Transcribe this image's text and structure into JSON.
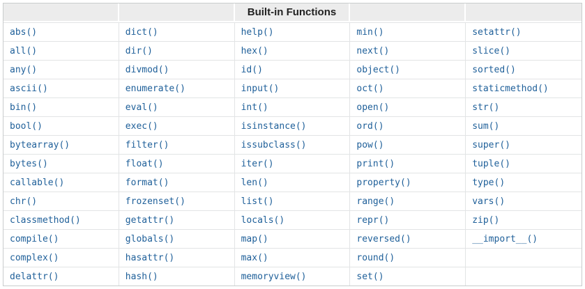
{
  "colors": {
    "link": "#1e5f99",
    "header_bg": "#ececec",
    "cell_border": "#e2e4e5",
    "outer_border": "#c9cccd",
    "header_text": "#222222",
    "page_bg": "#ffffff"
  },
  "table": {
    "caption": "Built-in Functions",
    "rows": [
      [
        "abs()",
        "dict()",
        "help()",
        "min()",
        "setattr()"
      ],
      [
        "all()",
        "dir()",
        "hex()",
        "next()",
        "slice()"
      ],
      [
        "any()",
        "divmod()",
        "id()",
        "object()",
        "sorted()"
      ],
      [
        "ascii()",
        "enumerate()",
        "input()",
        "oct()",
        "staticmethod()"
      ],
      [
        "bin()",
        "eval()",
        "int()",
        "open()",
        "str()"
      ],
      [
        "bool()",
        "exec()",
        "isinstance()",
        "ord()",
        "sum()"
      ],
      [
        "bytearray()",
        "filter()",
        "issubclass()",
        "pow()",
        "super()"
      ],
      [
        "bytes()",
        "float()",
        "iter()",
        "print()",
        "tuple()"
      ],
      [
        "callable()",
        "format()",
        "len()",
        "property()",
        "type()"
      ],
      [
        "chr()",
        "frozenset()",
        "list()",
        "range()",
        "vars()"
      ],
      [
        "classmethod()",
        "getattr()",
        "locals()",
        "repr()",
        "zip()"
      ],
      [
        "compile()",
        "globals()",
        "map()",
        "reversed()",
        "__import__()"
      ],
      [
        "complex()",
        "hasattr()",
        "max()",
        "round()",
        ""
      ],
      [
        "delattr()",
        "hash()",
        "memoryview()",
        "set()",
        ""
      ]
    ]
  }
}
